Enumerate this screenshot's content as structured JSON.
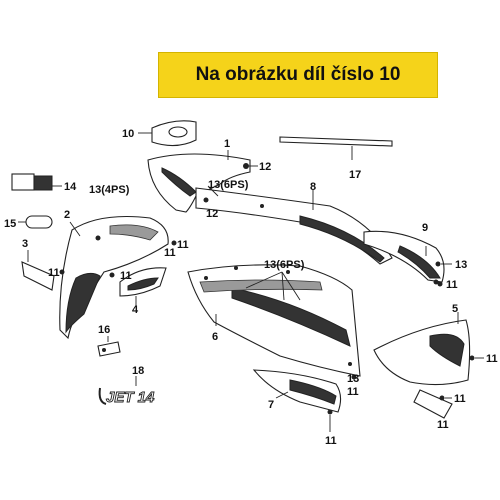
{
  "banner": {
    "text": "Na obrázku díl číslo 10"
  },
  "callouts": {
    "c1": "1",
    "c2": "2",
    "c3": "3",
    "c4": "4",
    "c5": "5",
    "c6": "6",
    "c7": "7",
    "c8": "8",
    "c9": "9",
    "c10": "10",
    "c11a": "11",
    "c11b": "11",
    "c11c": "11",
    "c11d": "11",
    "c11e": "11",
    "c11f": "11",
    "c11g": "11",
    "c11h": "11",
    "c11i": "11",
    "c11j": "11",
    "c12a": "12",
    "c12b": "12",
    "c13a": "13(4PS)",
    "c13b": "13(6PS)",
    "c13c": "13(6PS)",
    "c13d": "13",
    "c13e": "13",
    "c14": "14",
    "c15": "15",
    "c16": "16",
    "c17": "17",
    "c18": "18"
  },
  "logo_text": "JET 14"
}
